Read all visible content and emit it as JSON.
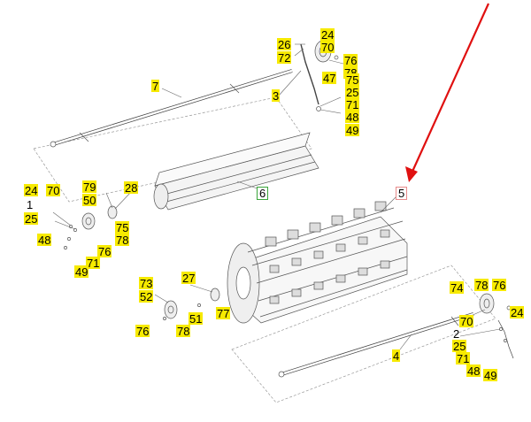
{
  "colors": {
    "callout_fill": "#f7ea00",
    "line": "#555555",
    "arrow": "#e01010",
    "tag_green": "#3aa53a",
    "tag_red": "#e88b8b"
  },
  "labels": {
    "shaft_top": {
      "part": "7"
    },
    "shaft_bottom": {
      "part": "4"
    },
    "rod": {
      "part": "3"
    },
    "short_drum": {
      "part": "6"
    },
    "cutter_drum": {
      "part": "5"
    },
    "top_right_group": [
      "24",
      "70",
      "26",
      "72",
      "76",
      "78",
      "47",
      "75",
      "25",
      "71",
      "48",
      "49"
    ],
    "left_group": [
      "24",
      "70",
      "79",
      "50",
      "28",
      "1",
      "25",
      "75",
      "78",
      "48",
      "76",
      "71",
      "49"
    ],
    "mid_left_group": [
      "73",
      "52",
      "27",
      "51",
      "77",
      "76",
      "78"
    ],
    "bottom_right_group": [
      "74",
      "78",
      "76",
      "24",
      "70",
      "2",
      "25",
      "71",
      "48",
      "49"
    ]
  }
}
